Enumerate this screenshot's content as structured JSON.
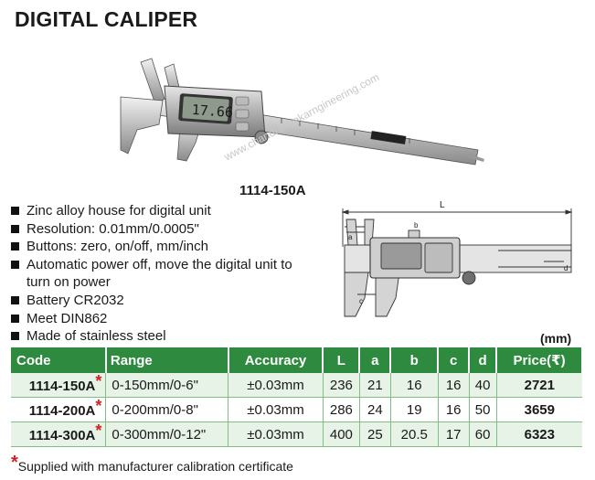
{
  "title": "DIGITAL CALIPER",
  "model_label": "1114-150A",
  "watermark": "www.chandrashekarngineering.com",
  "lcd_reading": "17.66",
  "features": [
    "Zinc alloy house for digital unit",
    "Resolution: 0.01mm/0.0005\"",
    "Buttons: zero, on/off, mm/inch",
    "Automatic power off, move the digital unit to turn on power",
    "Battery CR2032",
    "Meet DIN862",
    "Made of stainless steel"
  ],
  "diagram": {
    "L": "L",
    "a": "a",
    "b": "b",
    "c": "c",
    "d": "d"
  },
  "unit_label": "(mm)",
  "table": {
    "headers": [
      "Code",
      "Range",
      "Accuracy",
      "L",
      "a",
      "b",
      "c",
      "d",
      "Price(₹)"
    ],
    "rows": [
      {
        "code": "1114-150A",
        "star": "*",
        "range": "0-150mm/0-6\"",
        "accuracy": "±0.03mm",
        "L": "236",
        "a": "21",
        "b": "16",
        "c": "16",
        "d": "40",
        "price": "2721"
      },
      {
        "code": "1114-200A",
        "star": "*",
        "range": "0-200mm/0-8\"",
        "accuracy": "±0.03mm",
        "L": "286",
        "a": "24",
        "b": "19",
        "c": "16",
        "d": "50",
        "price": "3659"
      },
      {
        "code": "1114-300A",
        "star": "*",
        "range": "0-300mm/0-12\"",
        "accuracy": "±0.03mm",
        "L": "400",
        "a": "25",
        "b": "20.5",
        "c": "17",
        "d": "60",
        "price": "6323"
      }
    ]
  },
  "footnote": {
    "star": "*",
    "text": "Supplied with manufacturer calibration certificate"
  },
  "colors": {
    "header_green": "#2e8a3e",
    "row_tint": "#e6f3e6",
    "star_red": "#d42020"
  }
}
